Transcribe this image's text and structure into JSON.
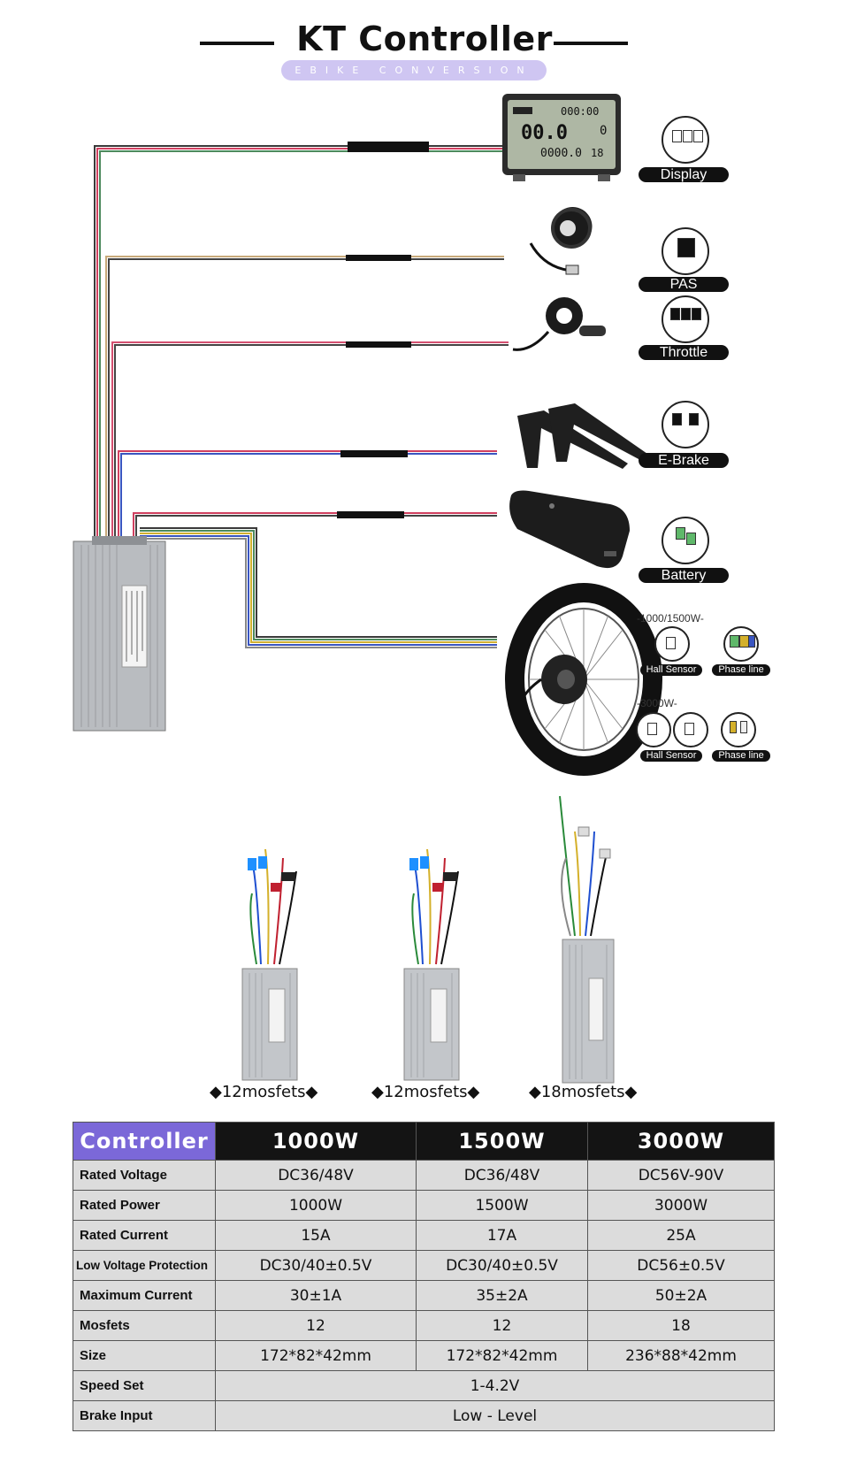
{
  "header": {
    "title": "KT Controller",
    "subtitle": "EBIKE CONVERSION KIT"
  },
  "display": {
    "lcd_top": "000:00",
    "lcd_speed": "00.0",
    "lcd_right": "0",
    "lcd_odo": "0000.0",
    "lcd_temp": "18"
  },
  "components": {
    "display": "Display",
    "pas": "PAS",
    "throttle": "Throttle",
    "ebrake": "E-Brake",
    "battery": "Battery"
  },
  "motor": {
    "range_low": "-1000/1500W-",
    "range_high": "-3000W-",
    "hall_sensor": "Hall Sensor",
    "phase_line": "Phase line"
  },
  "mosfets": [
    "◆12mosfets◆",
    "◆12mosfets◆",
    "◆18mosfets◆"
  ],
  "table": {
    "corner": "Controller",
    "columns": [
      "1000W",
      "1500W",
      "3000W"
    ],
    "rows": [
      {
        "label": "Rated Voltage",
        "values": [
          "DC36/48V",
          "DC36/48V",
          "DC56V-90V"
        ]
      },
      {
        "label": "Rated Power",
        "values": [
          "1000W",
          "1500W",
          "3000W"
        ]
      },
      {
        "label": "Rated Current",
        "values": [
          "15A",
          "17A",
          "25A"
        ]
      },
      {
        "label": "Low Voltage Protection",
        "values": [
          "DC30/40±0.5V",
          "DC30/40±0.5V",
          "DC56±0.5V"
        ]
      },
      {
        "label": "Maximum Current",
        "values": [
          "30±1A",
          "35±2A",
          "50±2A"
        ]
      },
      {
        "label": "Mosfets",
        "values": [
          "12",
          "12",
          "18"
        ]
      },
      {
        "label": "Size",
        "values": [
          "172*82*42mm",
          "172*82*42mm",
          "236*88*42mm"
        ]
      },
      {
        "label": "Speed Set",
        "merged": "1-4.2V"
      },
      {
        "label": "Brake Input",
        "merged": "Low - Level"
      }
    ]
  },
  "colors": {
    "accent": "#7b68d8",
    "subtitle_pill": "#cfc6f2",
    "header_dark": "#141414",
    "cell_gray": "#dcdcdc"
  }
}
